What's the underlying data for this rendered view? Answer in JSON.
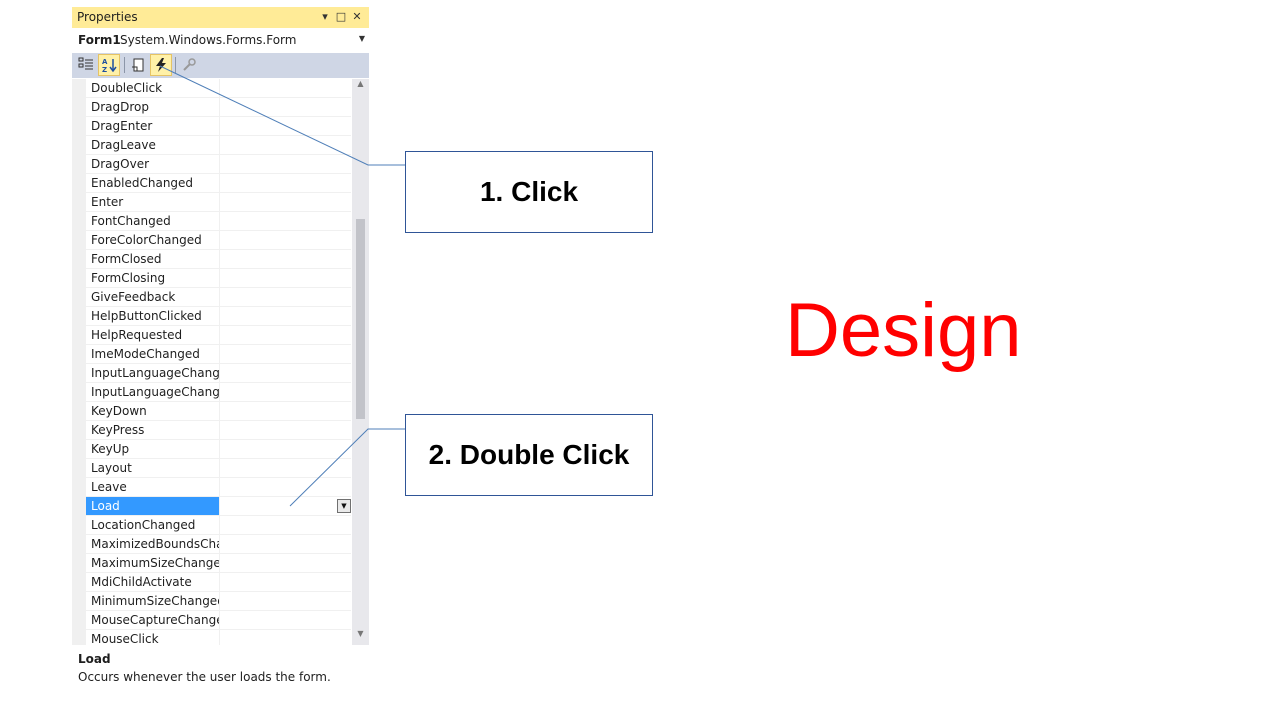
{
  "panel": {
    "title": "Properties",
    "title_buttons": {
      "pin": "▾",
      "maximize": "□",
      "close": "✕"
    },
    "object_name": "Form1",
    "object_type": "System.Windows.Forms.Form",
    "toolbar_icons": [
      "categorized-icon",
      "alphabetical-icon",
      "properties-icon",
      "events-icon",
      "property-pages-icon"
    ],
    "active_tool": "events-icon",
    "accent_color": "#ffeb97",
    "selection_color": "#3399ff",
    "events": [
      {
        "name": "DoubleClick",
        "value": ""
      },
      {
        "name": "DragDrop",
        "value": ""
      },
      {
        "name": "DragEnter",
        "value": ""
      },
      {
        "name": "DragLeave",
        "value": ""
      },
      {
        "name": "DragOver",
        "value": ""
      },
      {
        "name": "EnabledChanged",
        "value": ""
      },
      {
        "name": "Enter",
        "value": ""
      },
      {
        "name": "FontChanged",
        "value": ""
      },
      {
        "name": "ForeColorChanged",
        "value": ""
      },
      {
        "name": "FormClosed",
        "value": ""
      },
      {
        "name": "FormClosing",
        "value": ""
      },
      {
        "name": "GiveFeedback",
        "value": ""
      },
      {
        "name": "HelpButtonClicked",
        "value": ""
      },
      {
        "name": "HelpRequested",
        "value": ""
      },
      {
        "name": "ImeModeChanged",
        "value": ""
      },
      {
        "name": "InputLanguageChanged",
        "value": ""
      },
      {
        "name": "InputLanguageChanging",
        "value": ""
      },
      {
        "name": "KeyDown",
        "value": ""
      },
      {
        "name": "KeyPress",
        "value": ""
      },
      {
        "name": "KeyUp",
        "value": ""
      },
      {
        "name": "Layout",
        "value": ""
      },
      {
        "name": "Leave",
        "value": ""
      },
      {
        "name": "Load",
        "value": "",
        "selected": true
      },
      {
        "name": "LocationChanged",
        "value": ""
      },
      {
        "name": "MaximizedBoundsChanged",
        "value": ""
      },
      {
        "name": "MaximumSizeChanged",
        "value": ""
      },
      {
        "name": "MdiChildActivate",
        "value": ""
      },
      {
        "name": "MinimumSizeChanged",
        "value": ""
      },
      {
        "name": "MouseCaptureChanged",
        "value": ""
      },
      {
        "name": "MouseClick",
        "value": ""
      }
    ],
    "description": {
      "title": "Load",
      "text": "Occurs whenever the user loads the form."
    }
  },
  "callouts": {
    "step1": "1. Click",
    "step2": "2. Double Click"
  },
  "design_label": "Design",
  "design_color": "#ff0000"
}
